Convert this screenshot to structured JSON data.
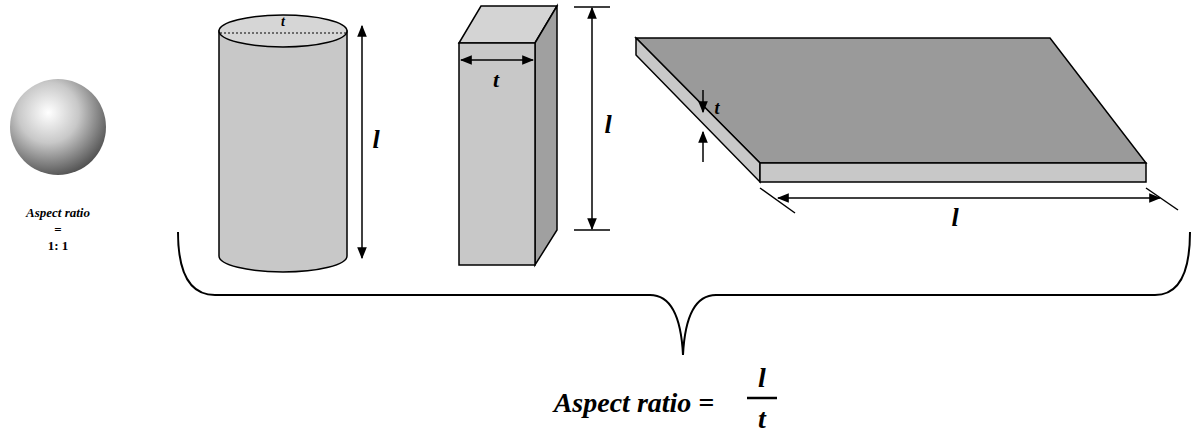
{
  "diagram": {
    "labels": [
      "Aspect ratio",
      "=",
      "1: 1",
      "t",
      "l",
      "t",
      "l",
      "t",
      "l",
      "Aspect ratio =",
      "l",
      "t"
    ]
  }
}
